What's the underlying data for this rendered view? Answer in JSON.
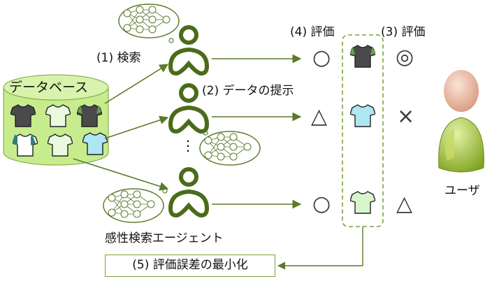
{
  "labels": {
    "search": "(1) 検索",
    "present": "(2) データの提示",
    "eval_user": "(3) 評価",
    "eval_agent": "(4) 評価",
    "minimize": "(5) 評価誤差の最小化",
    "database": "データベース",
    "agents": "感性検索エージェント",
    "user": "ユーザ",
    "ellipsis": "⋮"
  },
  "tshirt_logo": "lime",
  "agent_rows": [
    {
      "agent_eval": "○",
      "user_eval": "◎",
      "shirt_color": "#4a4a4a",
      "sleeve_color": "#6aa04a"
    },
    {
      "agent_eval": "△",
      "user_eval": "×",
      "shirt_color": "#aee6f2",
      "sleeve_color": "#aee6f2"
    },
    {
      "agent_eval": "○",
      "user_eval": "△",
      "shirt_color": "#d8f5cc",
      "sleeve_color": "#d8f5cc"
    }
  ],
  "colors": {
    "agent_green": "#4b6b1a",
    "db_fill": "#c6ec8e",
    "db_top": "#d8f3ab",
    "arrow": "#5b7a2a",
    "dashed": "#7aa33a",
    "bubble_border": "#5b7a2a",
    "user_body": "#9bbf2e"
  }
}
